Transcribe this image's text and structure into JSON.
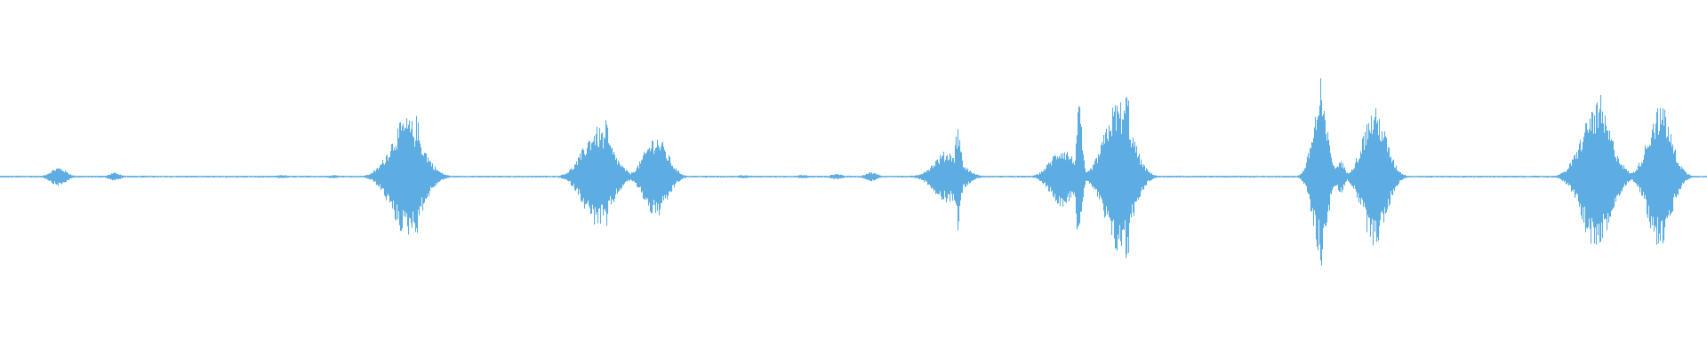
{
  "waveform": {
    "color": "#5dade2",
    "background": "#ffffff",
    "baseline_amplitude": 0.008,
    "bursts": [
      {
        "center": 0.034,
        "width": 0.008,
        "amplitude": 0.08
      },
      {
        "center": 0.067,
        "width": 0.006,
        "amplitude": 0.035
      },
      {
        "center": 0.165,
        "width": 0.006,
        "amplitude": 0.015
      },
      {
        "center": 0.195,
        "width": 0.006,
        "amplitude": 0.015
      },
      {
        "center": 0.223,
        "width": 0.006,
        "amplitude": 0.03
      },
      {
        "center": 0.238,
        "width": 0.016,
        "amplitude": 0.5
      },
      {
        "center": 0.244,
        "width": 0.003,
        "amplitude": 0.52
      },
      {
        "center": 0.337,
        "width": 0.008,
        "amplitude": 0.04
      },
      {
        "center": 0.35,
        "width": 0.015,
        "amplitude": 0.42
      },
      {
        "center": 0.355,
        "width": 0.003,
        "amplitude": 0.48
      },
      {
        "center": 0.384,
        "width": 0.012,
        "amplitude": 0.35
      },
      {
        "center": 0.435,
        "width": 0.006,
        "amplitude": 0.015
      },
      {
        "center": 0.47,
        "width": 0.006,
        "amplitude": 0.015
      },
      {
        "center": 0.49,
        "width": 0.006,
        "amplitude": 0.025
      },
      {
        "center": 0.51,
        "width": 0.006,
        "amplitude": 0.04
      },
      {
        "center": 0.555,
        "width": 0.014,
        "amplitude": 0.22
      },
      {
        "center": 0.561,
        "width": 0.003,
        "amplitude": 0.45
      },
      {
        "center": 0.622,
        "width": 0.012,
        "amplitude": 0.25
      },
      {
        "center": 0.632,
        "width": 0.003,
        "amplitude": 0.6
      },
      {
        "center": 0.655,
        "width": 0.014,
        "amplitude": 0.65
      },
      {
        "center": 0.66,
        "width": 0.003,
        "amplitude": 0.78
      },
      {
        "center": 0.773,
        "width": 0.008,
        "amplitude": 0.65
      },
      {
        "center": 0.7735,
        "width": 0.0015,
        "amplitude": 0.98
      },
      {
        "center": 0.785,
        "width": 0.004,
        "amplitude": 0.15
      },
      {
        "center": 0.805,
        "width": 0.012,
        "amplitude": 0.58
      },
      {
        "center": 0.935,
        "width": 0.015,
        "amplitude": 0.62
      },
      {
        "center": 0.937,
        "width": 0.003,
        "amplitude": 0.72
      },
      {
        "center": 0.972,
        "width": 0.012,
        "amplitude": 0.6
      },
      {
        "center": 0.975,
        "width": 0.003,
        "amplitude": 0.65
      }
    ]
  }
}
